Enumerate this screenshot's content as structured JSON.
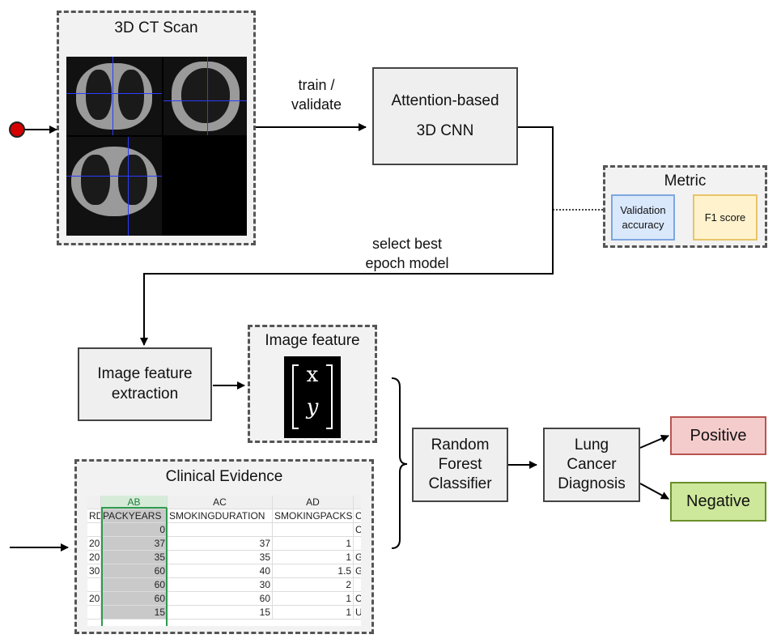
{
  "ct_scan": {
    "title": "3D CT Scan"
  },
  "train_label": [
    "train /",
    "validate"
  ],
  "cnn": {
    "line1": "Attention-based",
    "line2": "3D CNN"
  },
  "metric": {
    "title": "Metric",
    "validation": [
      "Validation",
      "accuracy"
    ],
    "f1": "F1 score"
  },
  "select_label": [
    "select best",
    "epoch model"
  ],
  "extraction": [
    "Image feature",
    "extraction"
  ],
  "image_feature": {
    "title": "Image feature",
    "x": "x",
    "y": "y"
  },
  "clinical": {
    "title": "Clinical Evidence",
    "columns": [
      "AB",
      "AC",
      "AD"
    ],
    "headers": [
      "RD",
      "PACKYEARS",
      "SMOKINGDURATION",
      "SMOKINGPACKS",
      "Ca"
    ],
    "rows": [
      [
        "",
        "0",
        "",
        "",
        "Co"
      ],
      [
        "20",
        "37",
        "37",
        "1",
        ""
      ],
      [
        "20",
        "35",
        "35",
        "1",
        "Gy"
      ],
      [
        "30",
        "60",
        "40",
        "1.5",
        "Ga"
      ],
      [
        "",
        "60",
        "30",
        "2",
        ""
      ],
      [
        "20",
        "60",
        "60",
        "1",
        "Co"
      ],
      [
        "",
        "15",
        "15",
        "1",
        "Ur"
      ]
    ]
  },
  "rf": [
    "Random",
    "Forest",
    "Classifier"
  ],
  "diagnosis": [
    "Lung",
    "Cancer",
    "Diagnosis"
  ],
  "positive": "Positive",
  "negative": "Negative",
  "colors": {
    "positive_bg": "#f5cccc",
    "negative_bg": "#cde89a",
    "validation_bg": "#dae8fc",
    "f1_bg": "#fff2cc",
    "start_dot": "#d40000"
  }
}
